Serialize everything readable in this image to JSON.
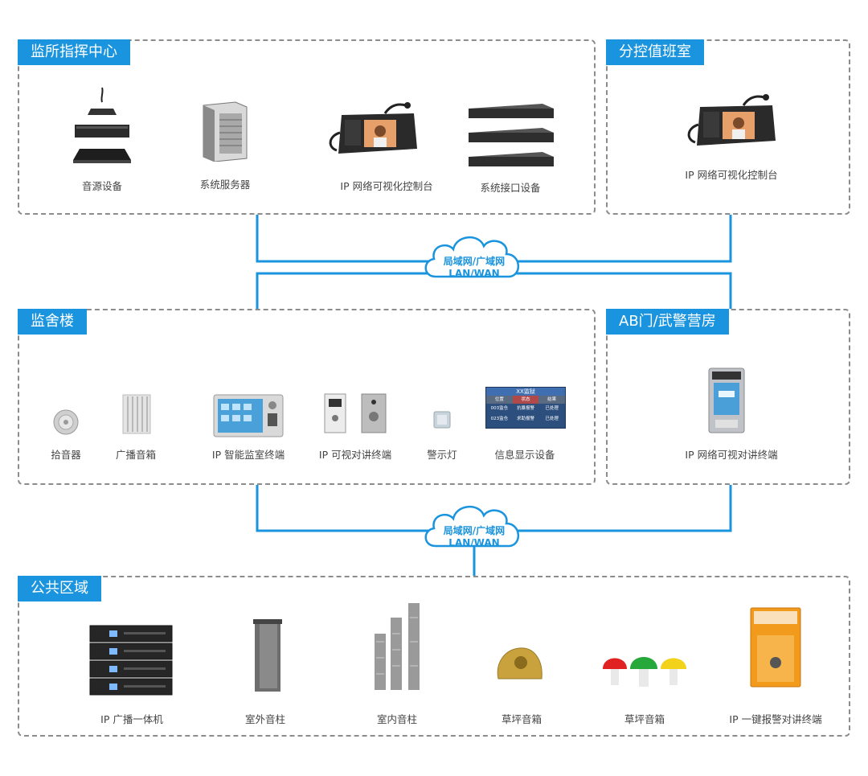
{
  "zones": {
    "command": {
      "title": "监所指挥中心",
      "devices": [
        "音源设备",
        "系统服务器",
        "IP 网络可视化控制台",
        "系统接口设备"
      ]
    },
    "duty": {
      "title": "分控值班室",
      "devices": [
        "IP 网络可视化控制台"
      ]
    },
    "cell": {
      "title": "监舍楼",
      "devices": [
        "拾音器",
        "广播音箱",
        "IP 智能监室终端",
        "IP 可视对讲终端",
        "警示灯",
        "信息显示设备"
      ]
    },
    "gate": {
      "title": "AB门/武警营房",
      "devices": [
        "IP 网络可视对讲终端"
      ]
    },
    "public": {
      "title": "公共区域",
      "devices": [
        "IP 广播一体机",
        "室外音柱",
        "室内音柱",
        "草坪音箱",
        "草坪音箱",
        "IP 一键报警对讲终端"
      ]
    }
  },
  "network": [
    {
      "line1": "局域网/广域网",
      "line2": "LAN/WAN"
    },
    {
      "line1": "局域网/广域网",
      "line2": "LAN/WAN"
    }
  ],
  "screen": {
    "title": "XX监狱",
    "headers": [
      "位置",
      "状态",
      "结果"
    ],
    "rows": [
      [
        "003监仓",
        "抗暴报警",
        "已处理"
      ],
      [
        "023监仓",
        "求助报警",
        "已处理"
      ]
    ]
  },
  "colors": {
    "accent": "#1a94de",
    "border": "#8c8c8c"
  }
}
